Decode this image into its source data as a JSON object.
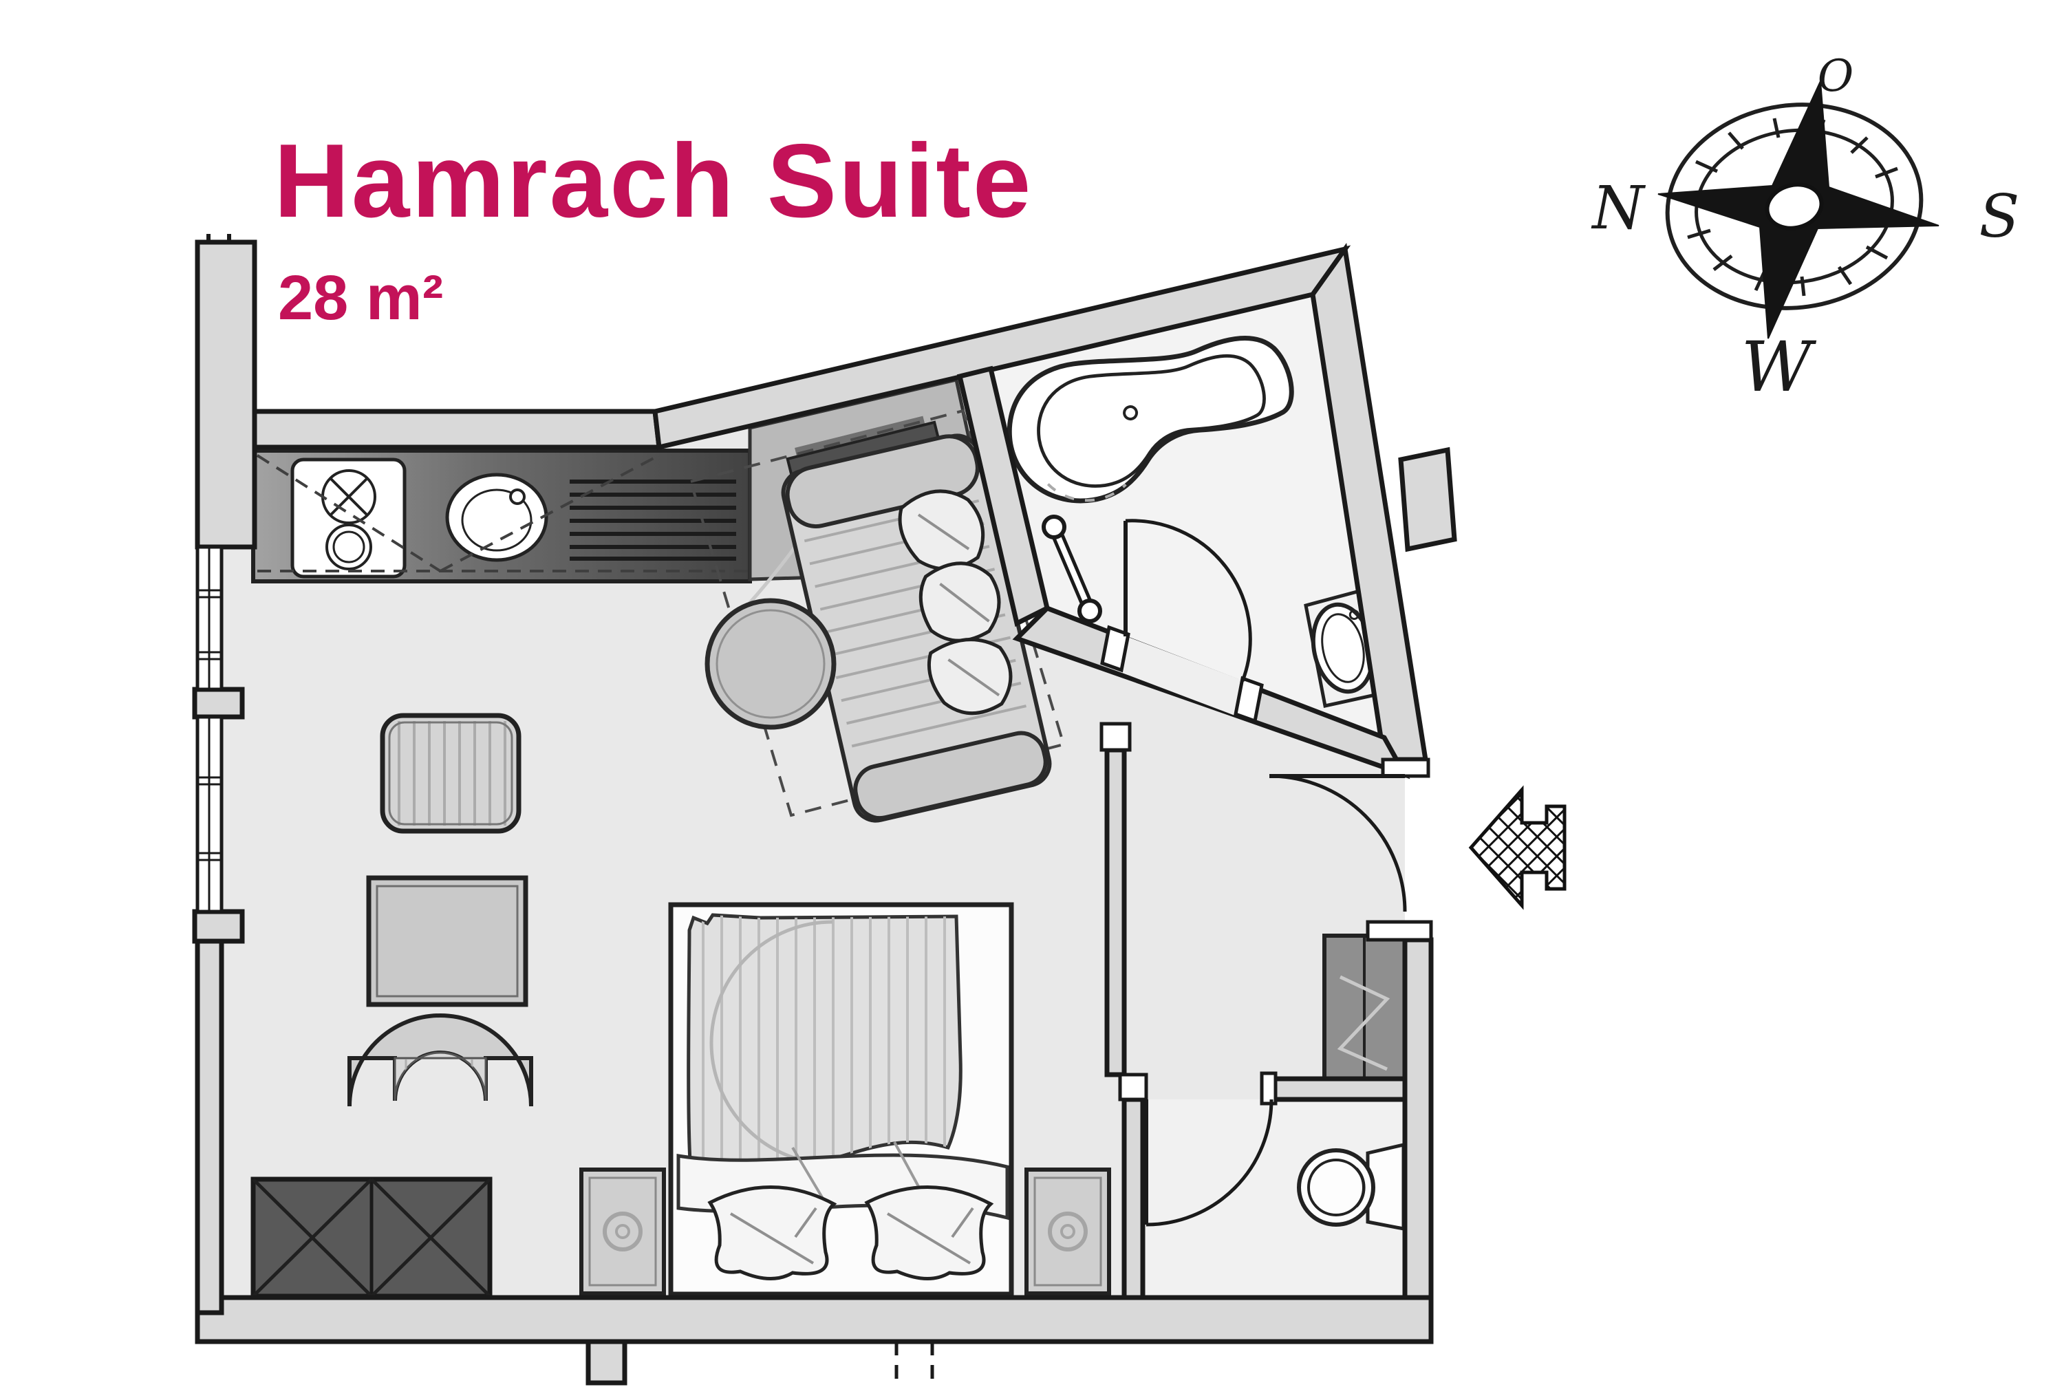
{
  "header": {
    "title": "Hamrach Suite",
    "area": "28 m²",
    "accent_color": "#c31258"
  },
  "compass": {
    "north": "N",
    "east": "O",
    "south": "S",
    "west": "W"
  },
  "floor_plan": {
    "rooms": [
      "living-sleeping-area",
      "bathroom",
      "wc",
      "entry-hall",
      "kitchenette"
    ],
    "icons": [
      "stove-icon",
      "sink-icon",
      "drainer-icon",
      "tv-board-icon",
      "sofa-icon",
      "round-table-icon",
      "stool-icon",
      "side-table-icon",
      "armchair-icon",
      "double-bed-icon",
      "pillow-icon",
      "nightstand-icon",
      "crossed-wardrobe-icon",
      "hall-wardrobe-icon",
      "bathtub-icon",
      "washbasin-icon",
      "towel-rail-icon",
      "toilet-icon",
      "entry-arrow-icon",
      "window-icon",
      "door-swing-icon",
      "compass-icon"
    ],
    "colors": {
      "wall_fill": "#d9d9d9",
      "wall_line": "#1a1a1a",
      "floor": "#e9e9e9",
      "bath_floor": "#f3f3f3",
      "counter_dark": "#454545",
      "dark_furniture": "#595959"
    }
  }
}
